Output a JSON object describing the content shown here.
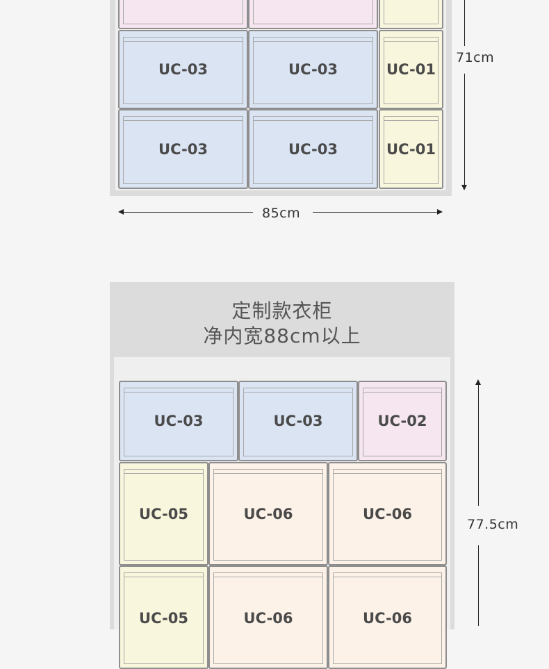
{
  "top_wardrobe": {
    "height_label": "71cm",
    "width_label": "85cm",
    "row1": [
      "",
      "",
      ""
    ],
    "row2": [
      "UC-03",
      "UC-03",
      "UC-01"
    ],
    "row3": [
      "UC-03",
      "UC-03",
      "UC-01"
    ]
  },
  "bottom_wardrobe": {
    "title_line1": "定制款衣柜",
    "title_line2": "净内宽88cm以上",
    "height_label": "77.5cm",
    "row1": [
      "UC-03",
      "UC-03",
      "UC-02"
    ],
    "row2": [
      "UC-05",
      "UC-06",
      "UC-06"
    ],
    "row3": [
      "UC-05",
      "UC-06",
      "UC-06"
    ]
  },
  "colors": {
    "blue": "#dbe4f3",
    "pink": "#f5e6ef",
    "yellow": "#f8f6dc",
    "peach": "#fcf2e8",
    "panel": "#dcdcdc"
  }
}
